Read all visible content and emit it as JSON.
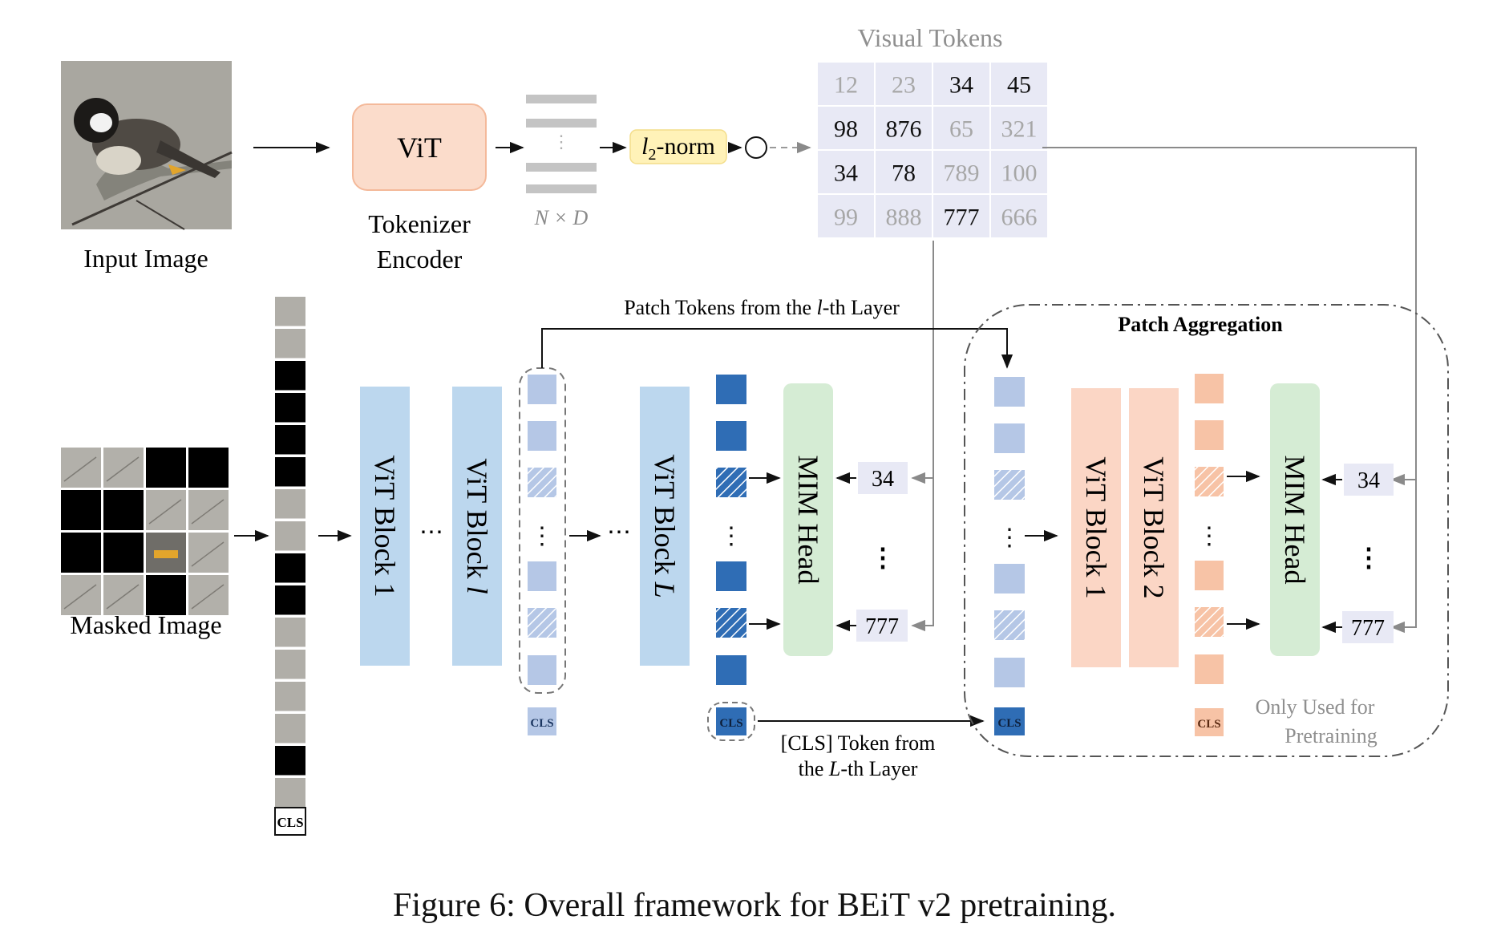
{
  "input_image_label": "Input Image",
  "tokenizer": {
    "vit_label": "ViT",
    "caption_line1": "Tokenizer",
    "caption_line2": "Encoder",
    "shape_label": "N × D",
    "norm_label_base": "l",
    "norm_label_sub": "2",
    "norm_label_suffix": "-norm"
  },
  "visual_tokens": {
    "title": "Visual Tokens",
    "grid": [
      [
        {
          "v": "12",
          "on": false
        },
        {
          "v": "23",
          "on": false
        },
        {
          "v": "34",
          "on": true
        },
        {
          "v": "45",
          "on": true
        }
      ],
      [
        {
          "v": "98",
          "on": true
        },
        {
          "v": "876",
          "on": true
        },
        {
          "v": "65",
          "on": false
        },
        {
          "v": "321",
          "on": false
        }
      ],
      [
        {
          "v": "34",
          "on": true
        },
        {
          "v": "78",
          "on": true
        },
        {
          "v": "789",
          "on": false
        },
        {
          "v": "100",
          "on": false
        }
      ],
      [
        {
          "v": "99",
          "on": false
        },
        {
          "v": "888",
          "on": false
        },
        {
          "v": "777",
          "on": true
        },
        {
          "v": "666",
          "on": false
        }
      ]
    ]
  },
  "masked_image_label": "Masked Image",
  "cls_label": "CLS",
  "blocks": {
    "vit_block_1": "ViT Block 1",
    "vit_block_l_prefix": "ViT Block ",
    "vit_block_l_var": "l",
    "vit_block_L_prefix": "ViT Block ",
    "vit_block_L_var": "L",
    "mim_head": "MIM Head",
    "agg_block_1": "ViT Block 1",
    "agg_block_2": "ViT Block 2"
  },
  "targets": {
    "top": "34",
    "bottom": "777"
  },
  "labels": {
    "patch_tokens_prefix": "Patch Tokens from the ",
    "patch_tokens_var": "l",
    "patch_tokens_suffix": "-th Layer",
    "cls_from_line1": "[CLS] Token from",
    "cls_from_line2_prefix": "the ",
    "cls_from_line2_var": "L",
    "cls_from_line2_suffix": "-th Layer",
    "patch_aggregation": "Patch Aggregation",
    "only_used_line1": "Only Used for",
    "only_used_line2": "Pretraining"
  },
  "caption": "Figure 6: Overall framework for BEiT v2 pretraining.",
  "colors": {
    "vit_tokenizer_fill": "#fbdccb",
    "vit_tokenizer_stroke": "#f4b99a",
    "block_blue": "#bcd7ee",
    "token_light": "#b5c7e6",
    "token_dark": "#2f6db5",
    "mim_green": "#d5ecd4",
    "agg_orange": "#fbd6c5",
    "token_orange": "#f7c3a6",
    "grid_bg": "#e8e9f5",
    "norm_fill": "#fff2b8",
    "feature_gray": "#c4c4c4",
    "muted_text": "#a7a7a7"
  }
}
